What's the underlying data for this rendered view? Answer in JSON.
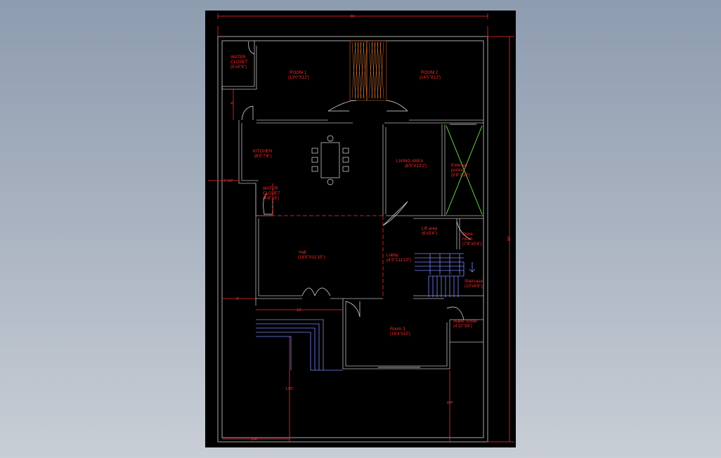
{
  "colors": {
    "background_top": "#8e9cb0",
    "background_bottom": "#c9ced6",
    "sheet": "#000000",
    "wall": "#b8b8b8",
    "dimension": "#ff2a2a",
    "stair": "#7b86ff",
    "door": "#e8e8e8",
    "furniture": "#e0e0e0",
    "hatch": "#e07a3a",
    "cross": "#7cff5a"
  },
  "rooms": {
    "water_closet_1": {
      "name": "WATER",
      "name2": "CLOSET",
      "size": "(5'x0\"8\")"
    },
    "room_1": {
      "name": "ROOM 1",
      "size": "(13'0\"X12')"
    },
    "room_2": {
      "name": "ROOM 2",
      "size": "(14'5\"X12')"
    },
    "kitchen": {
      "name": "KITCHEN",
      "size": "(8'5\"7'8\")"
    },
    "living_area": {
      "name": "LIVING AREA",
      "size": "(8'5\"X13'2')"
    },
    "external_portion": {
      "name": "External",
      "name2": "portion",
      "size": "(5'8\"X14')"
    },
    "water_closet_2": {
      "name": "WATER",
      "name2": "CLOSET",
      "size": "(4'8\"X5')"
    },
    "lift_area": {
      "name": "Lift area",
      "size": "(6'x5'4\")"
    },
    "store_room": {
      "name": "Store",
      "name2": "room",
      "size": "(7'8\"x5'4\")"
    },
    "hall": {
      "name": "Hall",
      "size": "(18'5\"X11'10\")"
    },
    "lobby": {
      "name": "Lobby",
      "size": "(4'3\"X11'10\")"
    },
    "staircase": {
      "name": "Staircase",
      "size": "(10'x8'6\")"
    },
    "room_3": {
      "name": "Room 3",
      "size": "(15'4\"x10')"
    },
    "water_closet_3": {
      "name": "Water closet",
      "size": "(4'10\"X6')"
    }
  },
  "dimensions": {
    "top_width": "30'",
    "right_height": "50'",
    "left_offset": "2'-10\"",
    "left_mid": "3'",
    "passage": "12'",
    "vertical_small": "4'",
    "vertical_bottom_left": "12'6\"",
    "vertical_bottom_right": "8'4\"",
    "bottom_offset": "8'4\""
  }
}
